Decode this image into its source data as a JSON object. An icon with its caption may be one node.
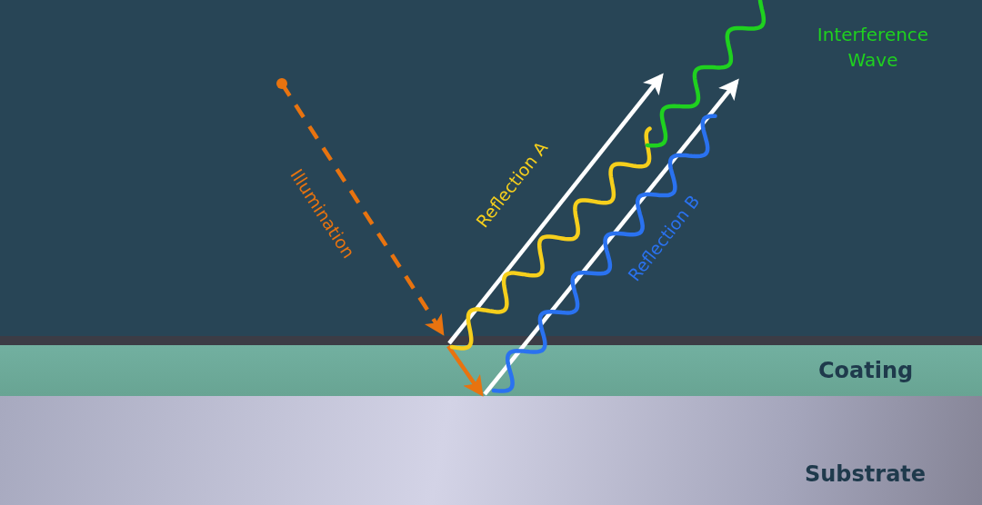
{
  "diagram": {
    "nodes": [
      {
        "text": [
          "Coating"
        ]
      },
      {
        "text": [
          "Substrate"
        ]
      }
    ],
    "labels": [
      "Interference Wave",
      "Reflection A",
      "Illumination",
      "Reflection B"
    ]
  }
}
